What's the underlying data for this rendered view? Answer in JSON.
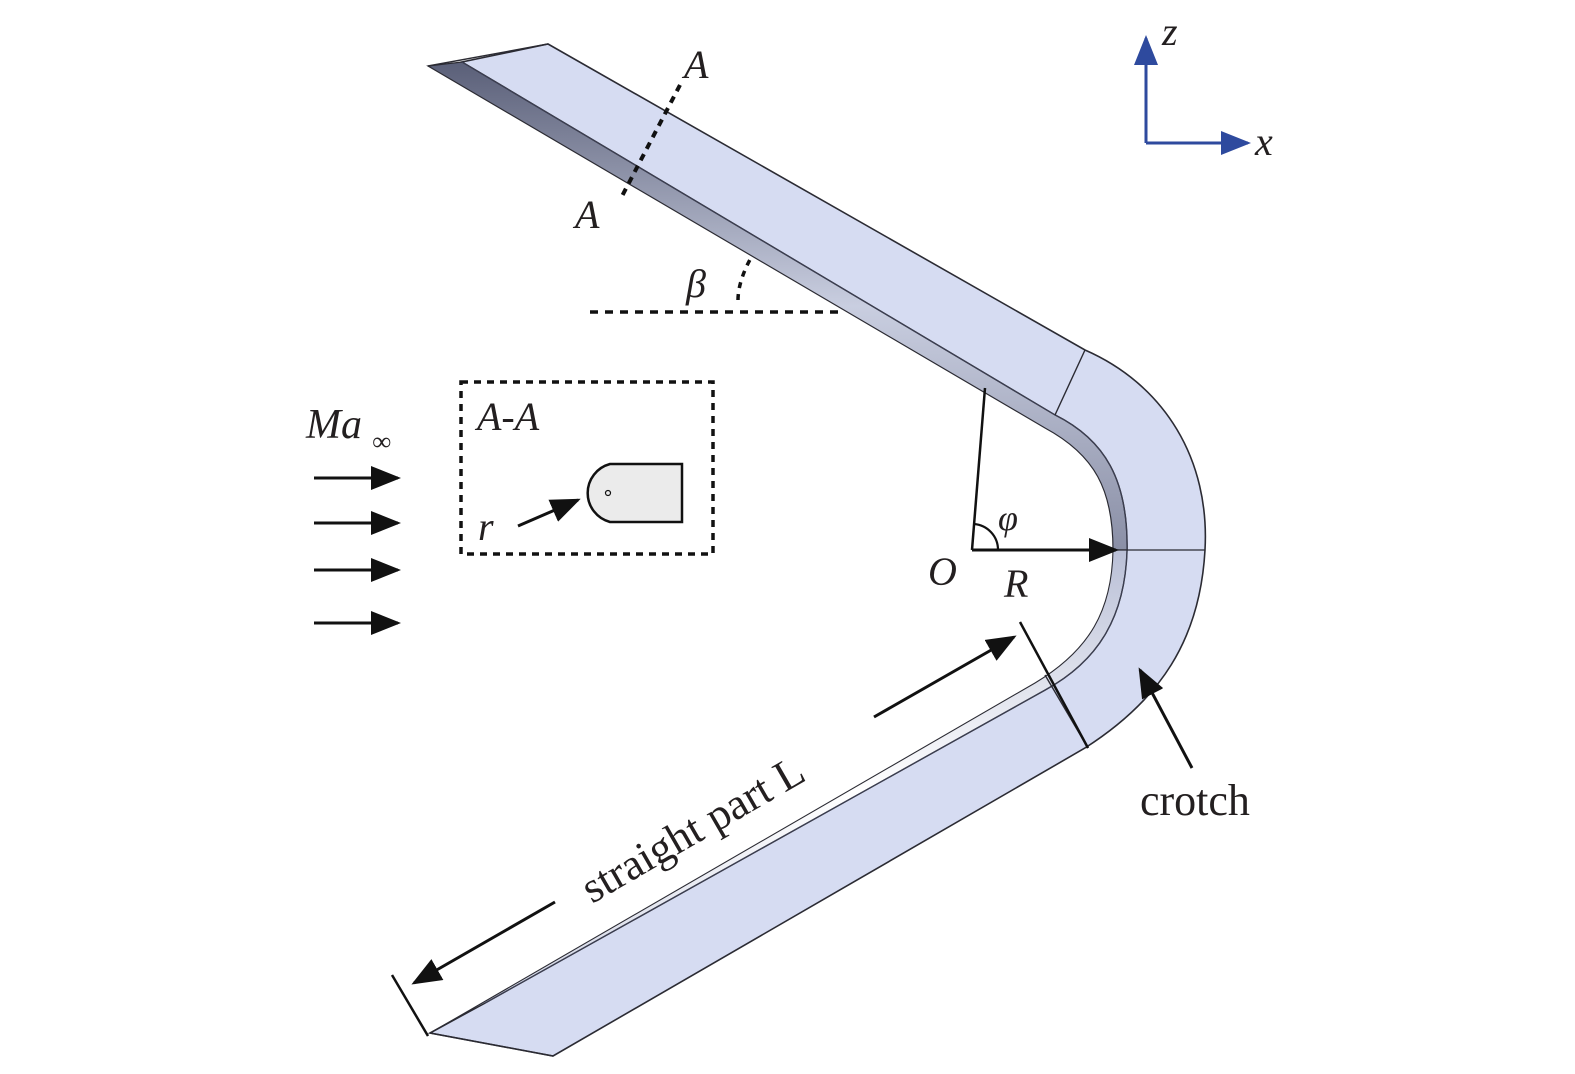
{
  "axes": {
    "z_label": "z",
    "x_label": "x",
    "axis_color": "#2e4a9e"
  },
  "section": {
    "top_label": "A",
    "bottom_label": "A",
    "title": "A-A",
    "radius_label": "r"
  },
  "angles": {
    "sweep_angle": "β",
    "bend_angle": "φ"
  },
  "bend": {
    "center_label": "O",
    "radius_label": "R"
  },
  "flow": {
    "label_main": "Ma",
    "label_sub": "∞",
    "arrow_count": 4
  },
  "annotations": {
    "straight_part": "straight part L",
    "crotch": "crotch"
  },
  "colors": {
    "body_fill": "#d6dcf2",
    "outline": "#2b2b33",
    "annotation": "#111111",
    "section_fill": "#ebebeb"
  }
}
